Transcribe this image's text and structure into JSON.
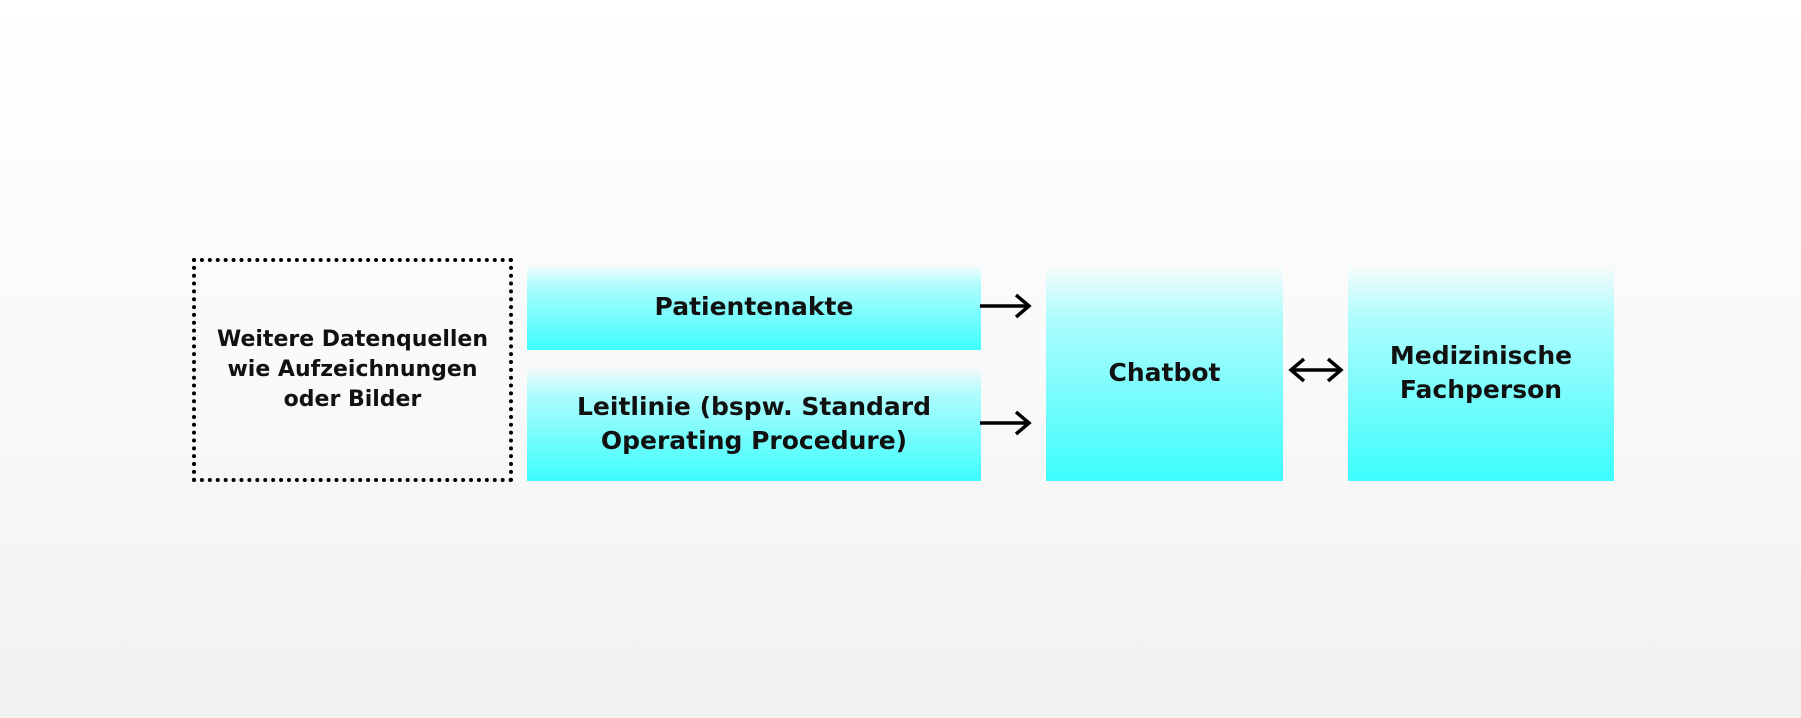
{
  "diagram": {
    "nodes": {
      "other_sources": {
        "label": "Weitere Datenquellen\nwie Aufzeichnungen\noder Bilder",
        "style": "dotted-border"
      },
      "patient_record": {
        "label": "Patientenakte",
        "style": "cyan-gradient"
      },
      "guideline": {
        "label": "Leitlinie (bspw. Standard\nOperating Procedure)",
        "style": "cyan-gradient"
      },
      "chatbot": {
        "label": "Chatbot",
        "style": "cyan-gradient"
      },
      "medical_expert": {
        "label": "Medizinische\nFachperson",
        "style": "cyan-gradient"
      }
    },
    "edges": [
      {
        "from": "patient_record",
        "to": "chatbot",
        "direction": "forward"
      },
      {
        "from": "guideline",
        "to": "chatbot",
        "direction": "forward"
      },
      {
        "from": "chatbot",
        "to": "medical_expert",
        "direction": "bidirectional"
      }
    ],
    "colors": {
      "box_fill": "#3dfdfd",
      "stroke": "#000000",
      "text": "#111111"
    }
  }
}
